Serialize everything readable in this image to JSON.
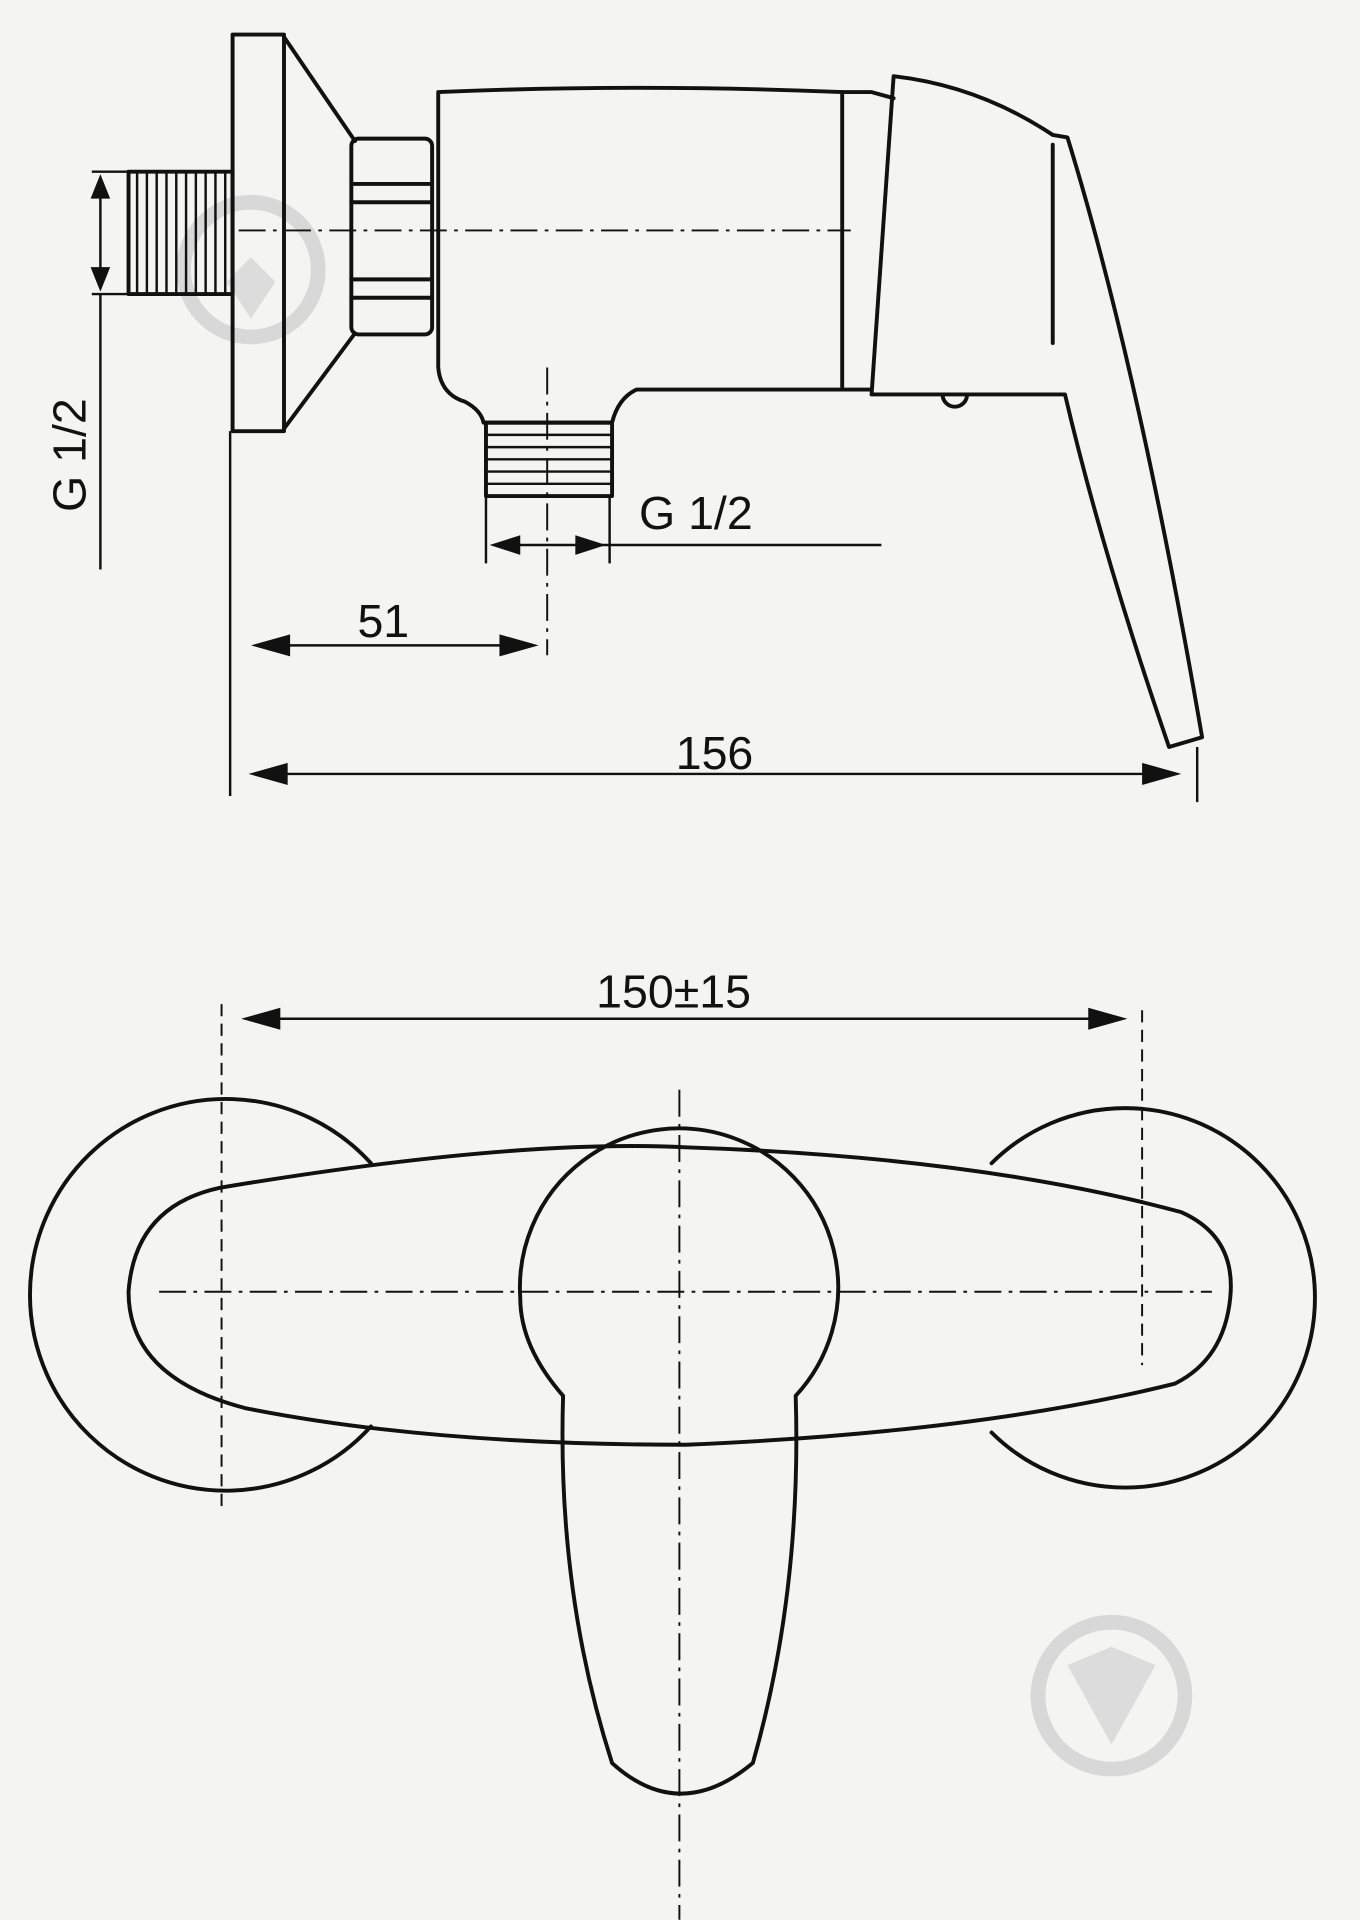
{
  "drawing": {
    "side_view": {
      "inlet_thread_label": "G 1/2",
      "outlet_thread_label": "G 1/2",
      "outlet_offset_label": "51",
      "overall_depth_label": "156"
    },
    "front_view": {
      "centre_distance_label": "150±15"
    }
  },
  "colors": {
    "line": "#111111",
    "paper": "#f4f4f2",
    "watermark": "#d8d8d8"
  }
}
